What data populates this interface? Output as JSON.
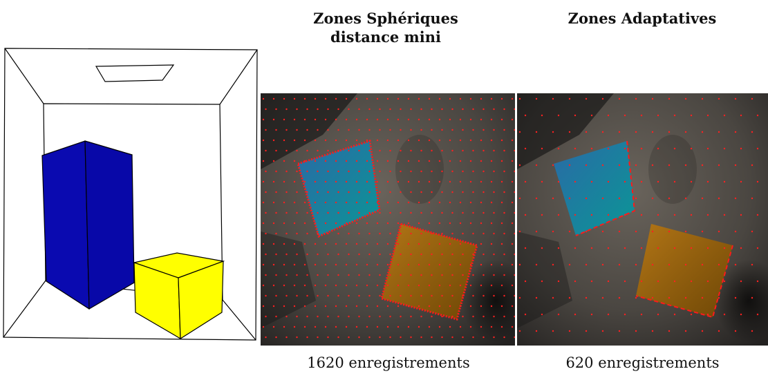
{
  "headings": {
    "left_line1": "Zones Sphériques",
    "left_line2": "distance mini",
    "right": "Zones Adaptatives"
  },
  "captions": {
    "left": "1620 enregistrements",
    "right": "620 enregistrements"
  },
  "colors": {
    "tall_box": "#0a0ab0",
    "short_box": "#ffff00",
    "samples": "#ff2020",
    "render_floor": "#4a4641"
  }
}
